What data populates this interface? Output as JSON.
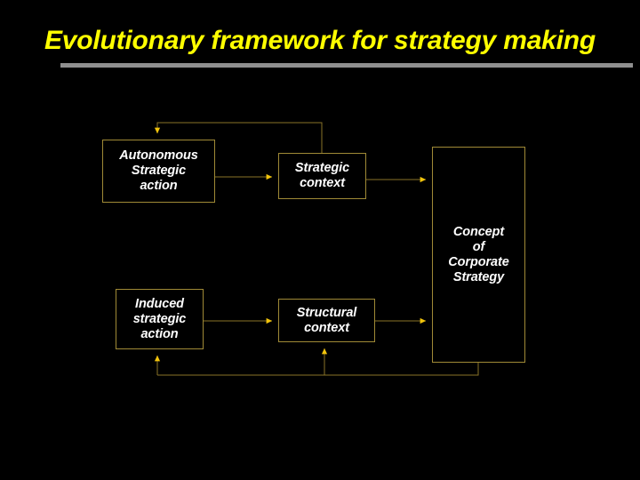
{
  "slide": {
    "title": "Evolutionary framework for strategy making",
    "background_color": "#000000",
    "title_color": "#ffff00",
    "rule_color": "#8f8f8f"
  },
  "diagram": {
    "type": "flow-diagram",
    "box_border_color": "#a08a36",
    "box_text_color": "#ffffff",
    "connector_color": "#8a7429",
    "arrowhead_color": "#f2c40c",
    "nodes": [
      {
        "id": "autonomous",
        "label": "Autonomous\nStrategic\naction"
      },
      {
        "id": "strategic",
        "label": "Strategic\ncontext"
      },
      {
        "id": "concept",
        "label": "Concept\nof\nCorporate\nStrategy"
      },
      {
        "id": "induced",
        "label": "Induced\nstrategic\naction"
      },
      {
        "id": "structural",
        "label": "Structural\ncontext"
      }
    ],
    "connectors": [
      {
        "from": "autonomous",
        "to": "strategic",
        "kind": "arrow",
        "direction": "right"
      },
      {
        "from": "strategic",
        "to": "concept",
        "kind": "arrow",
        "direction": "right"
      },
      {
        "from": "induced",
        "to": "structural",
        "kind": "arrow",
        "direction": "right"
      },
      {
        "from": "structural",
        "to": "concept",
        "kind": "arrow",
        "direction": "right"
      },
      {
        "from": "strategic",
        "to": "autonomous",
        "kind": "feedback-arrow",
        "direction": "up-left-down"
      },
      {
        "from": "concept",
        "to": "structural",
        "kind": "feedback-arrow",
        "direction": "down-left-up"
      },
      {
        "from": "concept",
        "to": "induced",
        "kind": "feedback-arrow",
        "direction": "down-left-up"
      }
    ]
  }
}
